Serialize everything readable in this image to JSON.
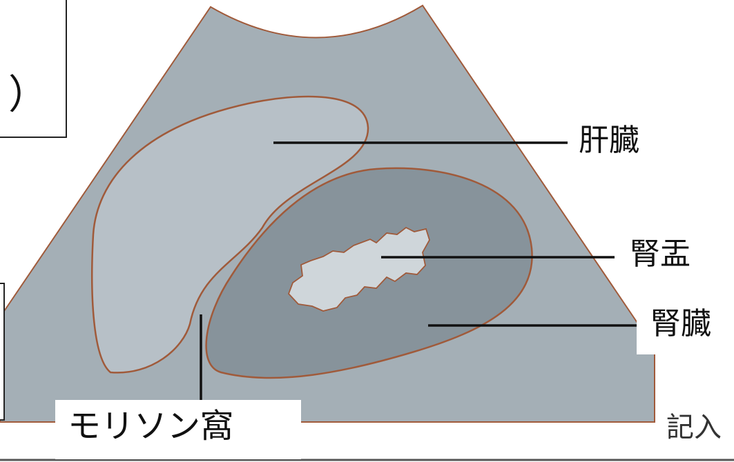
{
  "labels": {
    "liver": "肝臓",
    "renal_pelvis": "腎盂",
    "kidney": "腎臓",
    "morison_pouch": "モリソン窩",
    "footer_fragment": "記入"
  },
  "left_box": {
    "paren_text": "）"
  },
  "colors": {
    "background": "#ffffff",
    "fan_fill": "#a4afb6",
    "liver_fill": "#b7c0c7",
    "kidney_fill": "#87939b",
    "pelvis_fill": "#cfd6da",
    "outline": "#a05a3a",
    "leader_line": "#111111"
  }
}
